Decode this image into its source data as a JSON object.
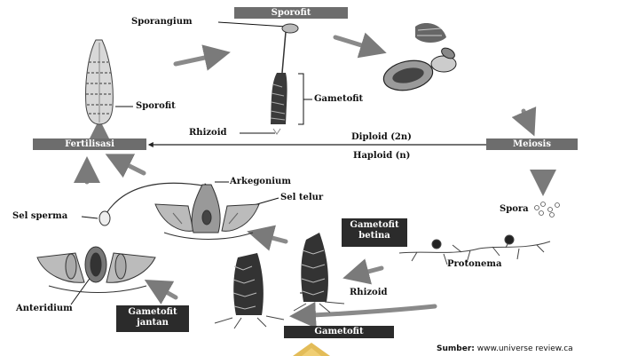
{
  "diagram": {
    "boxes": {
      "sporofit_top": "Sporofit",
      "fertilisasi": "Fertilisasi",
      "meiosis": "Meiosis",
      "gametofit_betina": "Gametofit\nbetina",
      "gametofit_jantan": "Gametofit\njantan",
      "gametofit_bottom": "Gametofit"
    },
    "labels": {
      "sporangium": "Sporangium",
      "sporofit_left": "Sporofit",
      "gametofit_mid": "Gametofit",
      "rhizoid_top": "Rhizoid",
      "diploid": "Diploid  (2n)",
      "haploid": "Haploid  (n)",
      "arkegonium": "Arkegonium",
      "sel_telur": "Sel telur",
      "sel_sperma": "Sel sperma",
      "spora": "Spora",
      "protonema": "Protonema",
      "rhizoid_bottom": "Rhizoid",
      "anteridium": "Anteridium"
    },
    "source": {
      "prefix": "Sumber:",
      "text": " www.universe review.ca"
    }
  },
  "colors": {
    "box_gray": "#6d6d6d",
    "box_dark": "#2b2b2b",
    "arrow": "#8a8a8a",
    "logo": "#d9a520"
  }
}
